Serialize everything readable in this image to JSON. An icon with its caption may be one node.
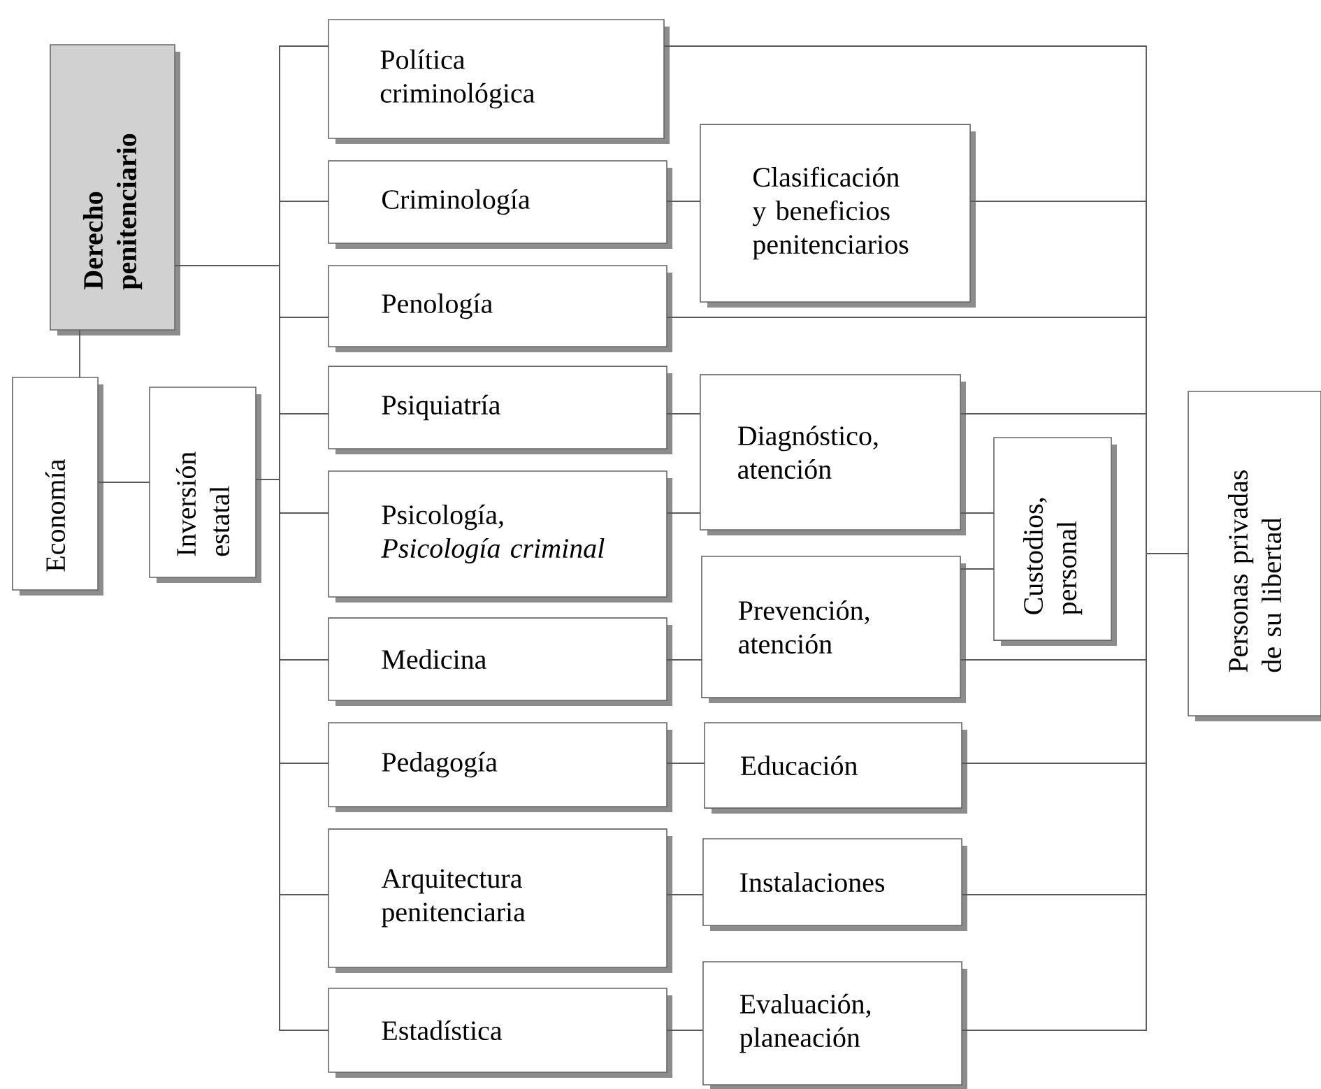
{
  "diagram": {
    "nodes": [
      {
        "text": [
          "Derecho penitenciario"
        ]
      },
      {
        "text": [
          "Economía"
        ]
      },
      {
        "text": [
          "Inversión estatal"
        ]
      },
      {
        "text": [
          "Política criminológica"
        ]
      },
      {
        "text": [
          "Criminología"
        ]
      },
      {
        "text": [
          "Penología"
        ]
      },
      {
        "text": [
          "Psiquiatría"
        ]
      },
      {
        "text": [
          "Psicología, *Psicología criminal*"
        ]
      },
      {
        "text": [
          "Medicina"
        ]
      },
      {
        "text": [
          "Pedagogía"
        ]
      },
      {
        "text": [
          "Arquitectura penitenciaria"
        ]
      },
      {
        "text": [
          "Estadística"
        ]
      },
      {
        "text": [
          "Clasificación y beneficios penitenciarios"
        ]
      },
      {
        "text": [
          "Diagnóstico, atención"
        ]
      },
      {
        "text": [
          "Custodios, personal"
        ]
      },
      {
        "text": [
          "Prevención, atención"
        ]
      },
      {
        "text": [
          "Educación"
        ]
      },
      {
        "text": [
          "Instalaciones"
        ]
      },
      {
        "text": [
          "Evaluación, planeación"
        ]
      },
      {
        "text": [
          "Personas privadas de su libertad"
        ]
      }
    ],
    "edges": [
      {
        "from": 0,
        "to": 1,
        "arrow": "none"
      },
      {
        "from": 1,
        "to": 2,
        "arrow": "none"
      },
      {
        "from": 0,
        "to": 3,
        "arrow": "none"
      },
      {
        "from": 0,
        "to": 4,
        "arrow": "none"
      },
      {
        "from": 0,
        "to": 5,
        "arrow": "none"
      },
      {
        "from": 0,
        "to": 6,
        "arrow": "none"
      },
      {
        "from": 0,
        "to": 7,
        "arrow": "none"
      },
      {
        "from": 0,
        "to": 8,
        "arrow": "none"
      },
      {
        "from": 0,
        "to": 9,
        "arrow": "none"
      },
      {
        "from": 0,
        "to": 10,
        "arrow": "none"
      },
      {
        "from": 0,
        "to": 11,
        "arrow": "none"
      },
      {
        "from": 2,
        "to": 3,
        "arrow": "none"
      },
      {
        "from": 2,
        "to": 4,
        "arrow": "none"
      },
      {
        "from": 2,
        "to": 5,
        "arrow": "none"
      },
      {
        "from": 2,
        "to": 6,
        "arrow": "none"
      },
      {
        "from": 2,
        "to": 7,
        "arrow": "none"
      },
      {
        "from": 2,
        "to": 8,
        "arrow": "none"
      },
      {
        "from": 2,
        "to": 9,
        "arrow": "none"
      },
      {
        "from": 2,
        "to": 10,
        "arrow": "none"
      },
      {
        "from": 2,
        "to": 11,
        "arrow": "none"
      },
      {
        "from": 4,
        "to": 12,
        "arrow": "none"
      },
      {
        "from": 6,
        "to": 13,
        "arrow": "none"
      },
      {
        "from": 7,
        "to": 13,
        "arrow": "none"
      },
      {
        "from": 8,
        "to": 15,
        "arrow": "none"
      },
      {
        "from": 9,
        "to": 16,
        "arrow": "none"
      },
      {
        "from": 10,
        "to": 17,
        "arrow": "none"
      },
      {
        "from": 11,
        "to": 18,
        "arrow": "none"
      },
      {
        "from": 13,
        "to": 14,
        "arrow": "none"
      },
      {
        "from": 15,
        "to": 14,
        "arrow": "none"
      },
      {
        "from": 3,
        "to": 19,
        "arrow": "none"
      },
      {
        "from": 12,
        "to": 19,
        "arrow": "none"
      },
      {
        "from": 5,
        "to": 19,
        "arrow": "none"
      },
      {
        "from": 13,
        "to": 19,
        "arrow": "none"
      },
      {
        "from": 15,
        "to": 19,
        "arrow": "none"
      },
      {
        "from": 16,
        "to": 19,
        "arrow": "none"
      },
      {
        "from": 17,
        "to": 19,
        "arrow": "none"
      },
      {
        "from": 18,
        "to": 19,
        "arrow": "none"
      }
    ]
  }
}
